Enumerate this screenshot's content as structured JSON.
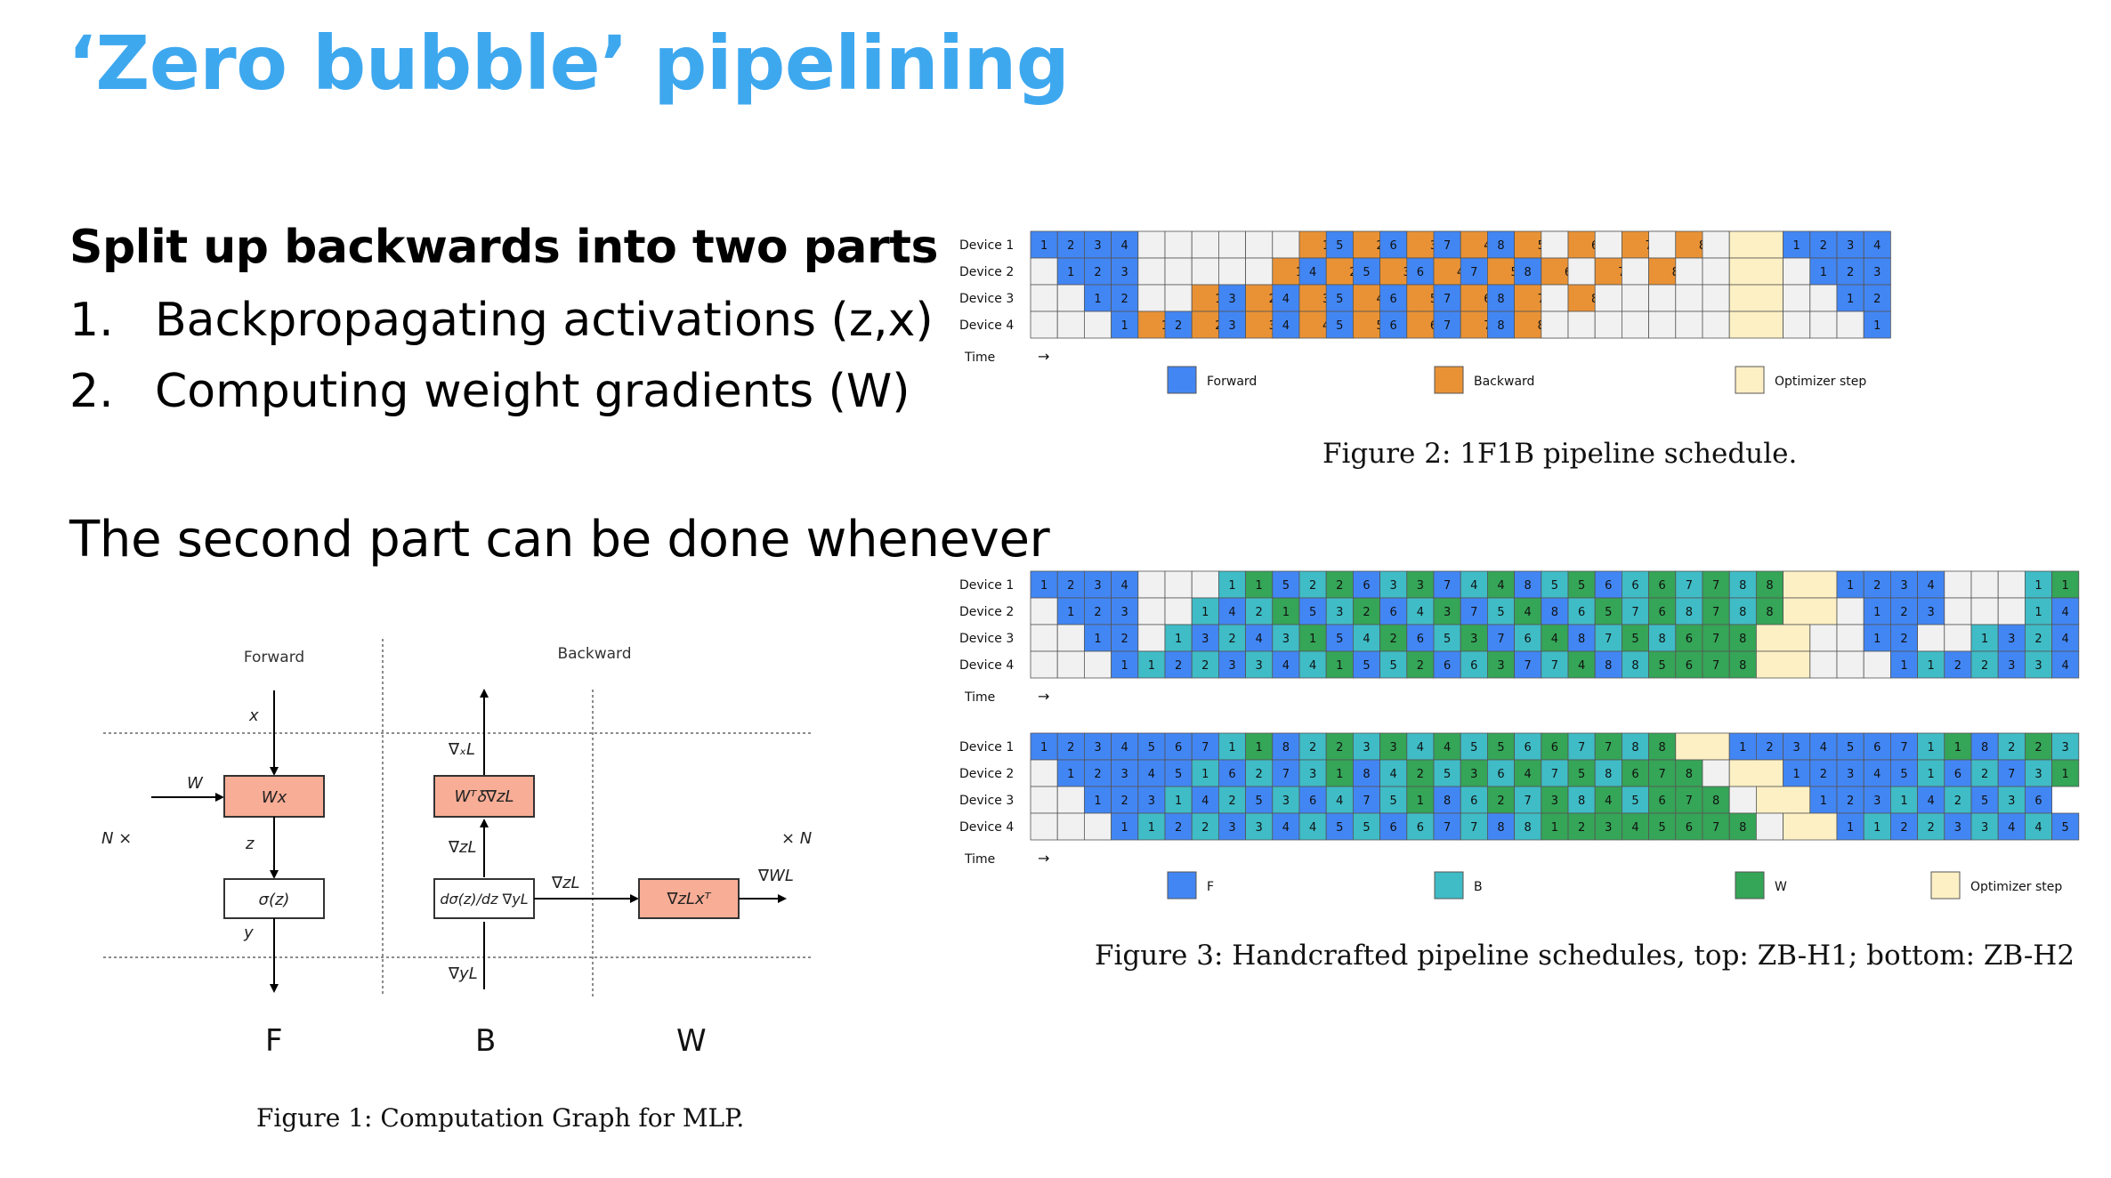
{
  "slide": {
    "title": "‘Zero bubble’ pipelining",
    "heading": "Split up backwards into two parts",
    "points": [
      {
        "num": "1.",
        "text": "Backpropagating activations (z,x)"
      },
      {
        "num": "2.",
        "text": "Computing weight gradients (W)"
      }
    ],
    "note": "The second part can be done whenever"
  },
  "figure1": {
    "caption": "Figure 1: Computation Graph for MLP.",
    "section_forward": "Forward",
    "section_backward": "Backward",
    "bottom_labels": [
      "F",
      "B",
      "W"
    ]
  },
  "figure2": {
    "caption": "Figure 2: 1F1B pipeline schedule."
  },
  "figure3": {
    "caption": "Figure 3: Handcrafted pipeline schedules, top: ZB-H1; bottom: ZB-H2"
  },
  "colors": {
    "title": "#3ea8ef",
    "forward": "#4286f4",
    "backward": "#e99235",
    "b": "#3fbcc6",
    "w": "#35a557",
    "optimizer": "#fdf0c4",
    "idle": "#f1f1f1",
    "box_fill": "#f8ad96"
  },
  "devices": [
    "Device 1",
    "Device 2",
    "Device 3",
    "Device 4"
  ],
  "time_label": "Time",
  "time_arrow": "→",
  "legend1": [
    "Forward",
    "Backward",
    "Optimizer step"
  ],
  "legend2": [
    "F",
    "B",
    "W",
    "Optimizer step"
  ],
  "schedules": {
    "one_f_one_b": [
      "F1 F2 F3 F4 . . . . . . B1 F5 B2 F6 B3 F7 B4 F8 B5 . B6 . B7 . B8 . O O F1 F2 F3 F4",
      ". F1 F2 F3 . . . . . B1 F4 B2 F5 B3 F6 B4 F7 B5 F8 B6 . B7 . B8 . . O O . F1 F2 F3",
      ". . F1 F2 . . B1 F3 B2 F4 B3 F5 B4 F6 B5 F7 B6 F8 B7 . B8 . . . . . O O . . F1 F2",
      ". . . F1 B1 F2 B2 F3 B3 F4 B4 F5 B5 F6 B6 F7 B7 F8 B8 . . . . . . . O O . . . F1"
    ],
    "zb_h1": [
      "F1 F2 F3 F4 . . . B1 W1 F5 B2 W2 F6 B3 W3 F7 B4 W4 F8 B5 W5 F6 B6 W6 B7 W7 B8 W8 O O F1 F2 F3 F4 . . . B1 W1 F5",
      ". F1 F2 F3 . . B1 F4 B2 W1 F5 B3 W2 F6 B4 W3 F7 B5 W4 F8 B6 W5 B7 W6 B8 W7 B8 W8 O O . F1 F2 F3 . . . B1 F4 W2",
      ". . F1 F2 . B1 F3 B2 F4 B3 W1 F5 B4 W2 F6 B5 W3 F7 B6 W4 F8 B7 W5 B8 W6 W7 W8 O O . . F1 F2 . . B1 F3 B2 F4",
      ". . . F1 B1 F2 B2 F3 B3 F4 B4 W1 F5 B5 W2 F6 B6 W3 F7 B7 W4 F8 B8 W5 W6 W7 W8 O O . . . F1 B1 F2 B2 F3 B3 F4"
    ],
    "zb_h2": [
      "F1 F2 F3 F4 F5 F6 F7 B1 W1 F8 B2 W2 B3 W3 B4 W4 B5 W5 B6 W6 B7 W7 B8 W8 O O F1 F2 F3 F4 F5 F6 F7 B1 W1 F8 B2 W2 B3",
      ". F1 F2 F3 F4 F5 B1 F6 B2 F7 B3 W1 F8 B4 W2 B5 W3 B6 W4 B7 W5 B8 W6 W7 W8 . O O F1 F2 F3 F4 F5 B1 F6 B2 F7 B3 W1",
      ". . F1 F2 F3 B1 F4 B2 F5 B3 F6 B4 F7 B5 W1 F8 B6 W2 B7 W3 B8 W4 B5 W6 W7 W8 . O O F1 F2 F3 B1 F4 B2 F5 B3 F6",
      ". . . F1 B1 F2 B2 F3 B3 F4 B4 F5 B5 F6 B6 F7 B7 F8 B8 W1 W2 W3 W4 W5 W6 W7 W8 . O O F1 B1 F2 B2 F3 B3 F4 B4 F5"
    ]
  }
}
